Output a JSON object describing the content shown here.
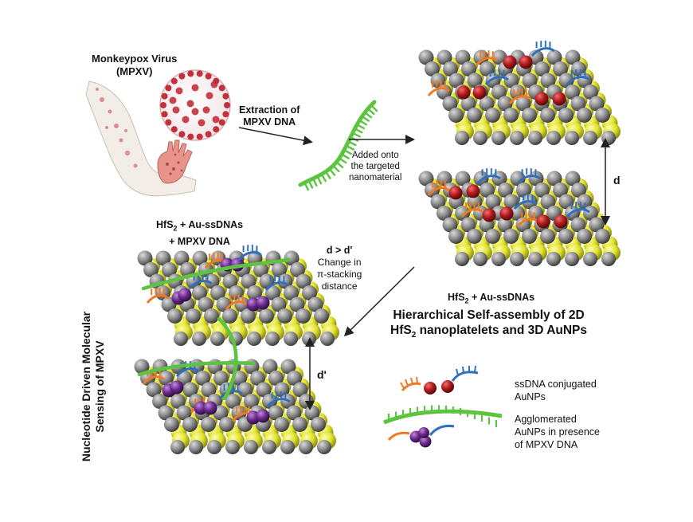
{
  "labels": {
    "virus_line1": "Monkeypox Virus",
    "virus_line2": "(MPXV)",
    "extraction_line1": "Extraction of",
    "extraction_line2": "MPXV DNA",
    "added_line1": "Added onto",
    "added_line2": "the targeted",
    "added_line3": "nanomaterial",
    "d": "d",
    "d_prime": "d'",
    "d_compare": "d > d'",
    "change_line1": "Change in",
    "change_line2": "π-stacking",
    "change_line3": "distance",
    "top_right_caption_pre": "HfS",
    "top_right_caption_sub": "2",
    "top_right_caption_post": " + Au-ssDNAs",
    "left_caption1_pre": "HfS",
    "left_caption1_sub": "2",
    "left_caption1_post": " + Au-ssDNAs",
    "left_caption2": "+ MPXV DNA",
    "hier_line1": "Hierarchical Self-assembly of 2D",
    "hier_line2_pre": "HfS",
    "hier_line2_sub": "2",
    "hier_line2_post": " nanoplatelets and 3D AuNPs",
    "vertical_line1": "Nucleotide Driven Molecular",
    "vertical_line2": "Sensing of MPXV",
    "legend1_line1": "ssDNA conjugated",
    "legend1_line2": "AuNPs",
    "legend2_line1": "Agglomerated",
    "legend2_line2": "AuNPs in presence",
    "legend2_line3": "of MPXV DNA"
  },
  "colors": {
    "hf_gray": "#8a8a8a",
    "sulfur_yellow": "#e6e83a",
    "aunp_red": "#b0191b",
    "aunp_purple": "#6a2a8c",
    "dna_green": "#5cc440",
    "ssdna_orange": "#f07a22",
    "ssdna_blue": "#2f6fbf",
    "virus_red": "#c2303a"
  }
}
